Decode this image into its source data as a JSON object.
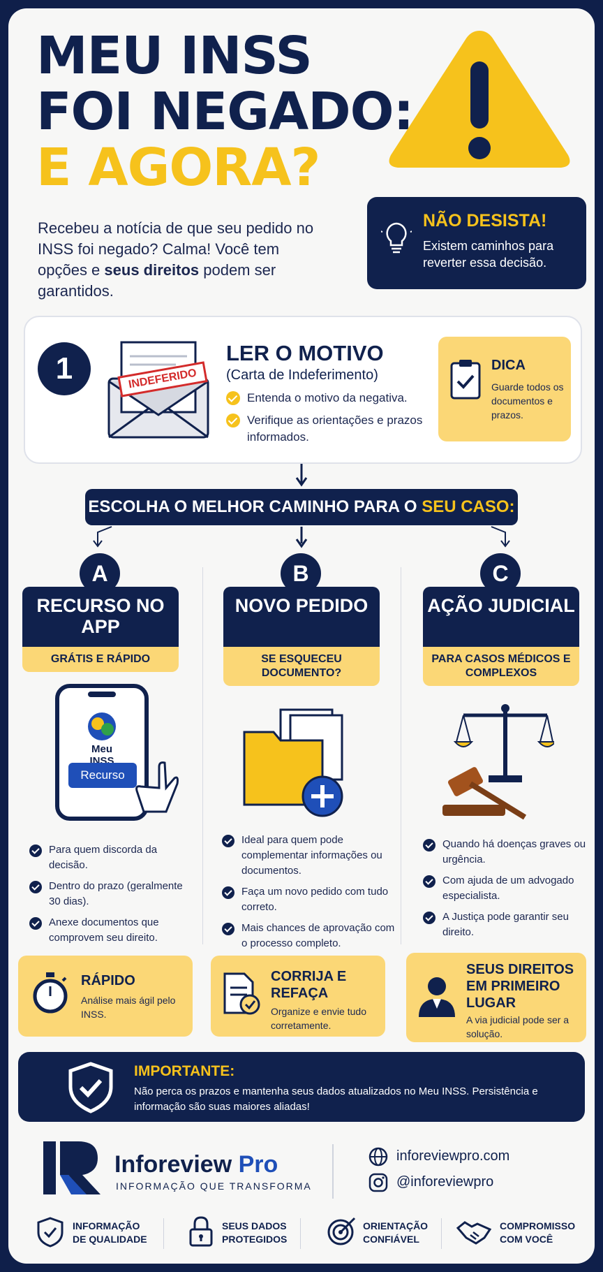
{
  "header": {
    "title_line1": "MEU INSS",
    "title_line2": "FOI NEGADO:",
    "title_line3": "E AGORA?",
    "intro_part1": "Recebeu a notícia de que seu pedido no INSS foi negado? Calma! Você tem opções e ",
    "intro_bold": "seus direitos",
    "intro_part2": " podem ser garantidos."
  },
  "no_desista": {
    "title": "NÃO DESISTA!",
    "text": "Existem caminhos para reverter essa decisão."
  },
  "step1": {
    "number": "1",
    "stamp": "INDEFERIDO",
    "title": "LER O MOTIVO",
    "subtitle": "(Carta de Indeferimento)",
    "items": [
      "Entenda o motivo da negativa.",
      "Verifique as orientações e prazos informados."
    ]
  },
  "dica": {
    "title": "DICA",
    "text": "Guarde todos os documentos e prazos."
  },
  "choose": {
    "text": "ESCOLHA O MELHOR CAMINHO PARA O ",
    "highlight": "SEU CASO:"
  },
  "columns": [
    {
      "letter": "A",
      "title": "RECURSO NO APP",
      "subtitle": "GRÁTIS E RÁPIDO",
      "app_label": "Meu INSS",
      "app_button": "Recurso",
      "items": [
        "Para quem discorda da decisão.",
        "Dentro do prazo (geralmente 30 dias).",
        "Anexe documentos que comprovem seu direito."
      ],
      "box_title": "RÁPIDO",
      "box_text": "Análise mais ágil pelo INSS."
    },
    {
      "letter": "B",
      "title": "NOVO PEDIDO",
      "subtitle": "SE ESQUECEU DOCUMENTO?",
      "items": [
        "Ideal para quem pode complementar informações ou documentos.",
        "Faça um novo pedido com tudo correto.",
        "Mais chances de aprovação com o processo completo."
      ],
      "box_title": "CORRIJA E REFAÇA",
      "box_text": "Organize e envie tudo corretamente."
    },
    {
      "letter": "C",
      "title": "AÇÃO JUDICIAL",
      "subtitle": "PARA CASOS MÉDICOS E COMPLEXOS",
      "items": [
        "Quando há doenças graves ou urgência.",
        "Com ajuda de um advogado especialista.",
        "A Justiça pode garantir seu direito."
      ],
      "box_title": "SEUS DIREITOS EM PRIMEIRO LUGAR",
      "box_text": "A via judicial pode ser a solução."
    }
  ],
  "important": {
    "title": "IMPORTANTE:",
    "text": "Não perca os prazos e mantenha seus dados atualizados no Meu INSS. Persistência e informação são suas maiores aliadas!"
  },
  "footer": {
    "brand_name": "Inforeview",
    "brand_suffix": "Pro",
    "tagline": "INFORMAÇÃO QUE TRANSFORMA",
    "website": "inforeviewpro.com",
    "instagram": "@inforeviewpro",
    "badges": [
      "INFORMAÇÃO DE QUALIDADE",
      "SEUS DADOS PROTEGIDOS",
      "ORIENTAÇÃO CONFIÁVEL",
      "COMPROMISSO COM VOCÊ"
    ]
  },
  "colors": {
    "navy": "#10214d",
    "yellow": "#f6c21c",
    "light_yellow": "#fbd776",
    "blue": "#1f4fb8"
  }
}
